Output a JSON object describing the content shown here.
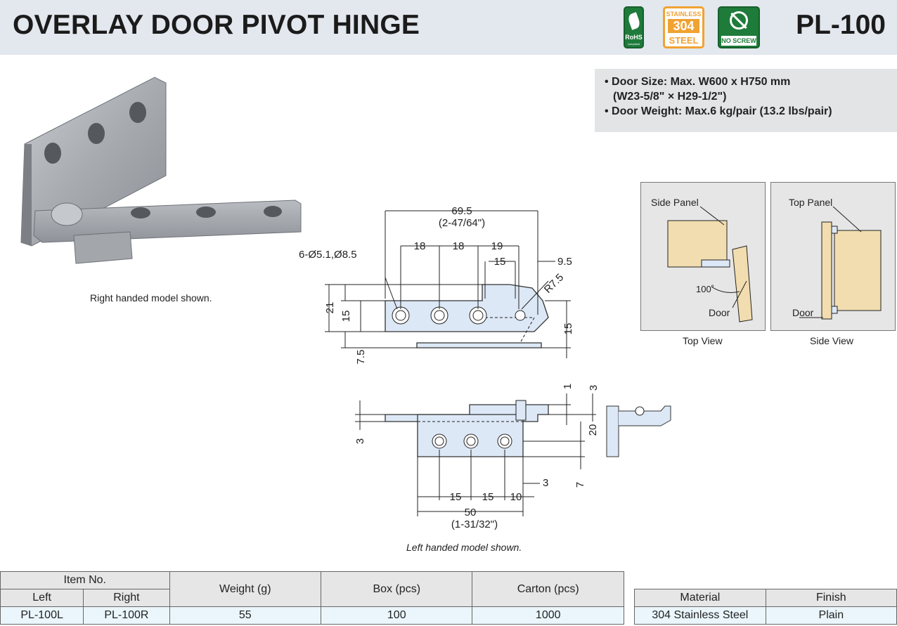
{
  "header": {
    "title": "OVERLAY DOOR PIVOT HINGE",
    "model": "PL-100",
    "badges": {
      "rohs_line1": "RoHS",
      "rohs_line2": "compliant",
      "steel_top": "STAINLESS",
      "steel_mid": "304",
      "steel_bottom": "STEEL",
      "noscrew": "NO SCREW"
    }
  },
  "specs": {
    "line1": "• Door Size: Max. W600 x H750 mm",
    "line2": "(W23-5/8\" × H29-1/2\")",
    "line3": "• Door Weight: Max.6 kg/pair (13.2 lbs/pair)"
  },
  "photo_caption": "Right handed model shown.",
  "drawing": {
    "caption": "Left handed model shown.",
    "dims": {
      "d69_5": "69.5",
      "d69_5_in": "(2-47/64\")",
      "holes": "6-Ø5.1,Ø8.5",
      "d18a": "18",
      "d18b": "18",
      "d19": "19",
      "d15_top": "15",
      "d9_5": "9.5",
      "r7_5": "R7.5",
      "d21": "21",
      "d15_left": "15",
      "d15_right": "15",
      "d7_5": "7.5",
      "d1": "1",
      "d3_top": "3",
      "d3_left": "3",
      "d20": "20",
      "d7": "7",
      "d3_right": "3",
      "d15_b1": "15",
      "d15_b2": "15",
      "d10": "10",
      "d50": "50",
      "d50_in": "(1-31/32\")"
    }
  },
  "views": {
    "top": {
      "caption": "Top View",
      "panel": "Side Panel",
      "door": "Door",
      "angle": "100˚"
    },
    "side": {
      "caption": "Side View",
      "panel": "Top Panel",
      "door": "Door"
    }
  },
  "table_main": {
    "item_no": "Item No.",
    "left": "Left",
    "right": "Right",
    "weight": "Weight (g)",
    "box": "Box (pcs)",
    "carton": "Carton (pcs)",
    "rows": [
      {
        "left": "PL-100L",
        "right": "PL-100R",
        "weight": "55",
        "box": "100",
        "carton": "1000"
      }
    ]
  },
  "table_material": {
    "material": "Material",
    "finish": "Finish",
    "material_value": "304 Stainless Steel",
    "finish_value": "Plain"
  },
  "colors": {
    "header_bg": "#e3e7ee",
    "part_fill": "#dde8f6",
    "rohs_green": "#1e7b3a",
    "steel_orange": "#f0a232",
    "wood": "#f2ddb0"
  }
}
